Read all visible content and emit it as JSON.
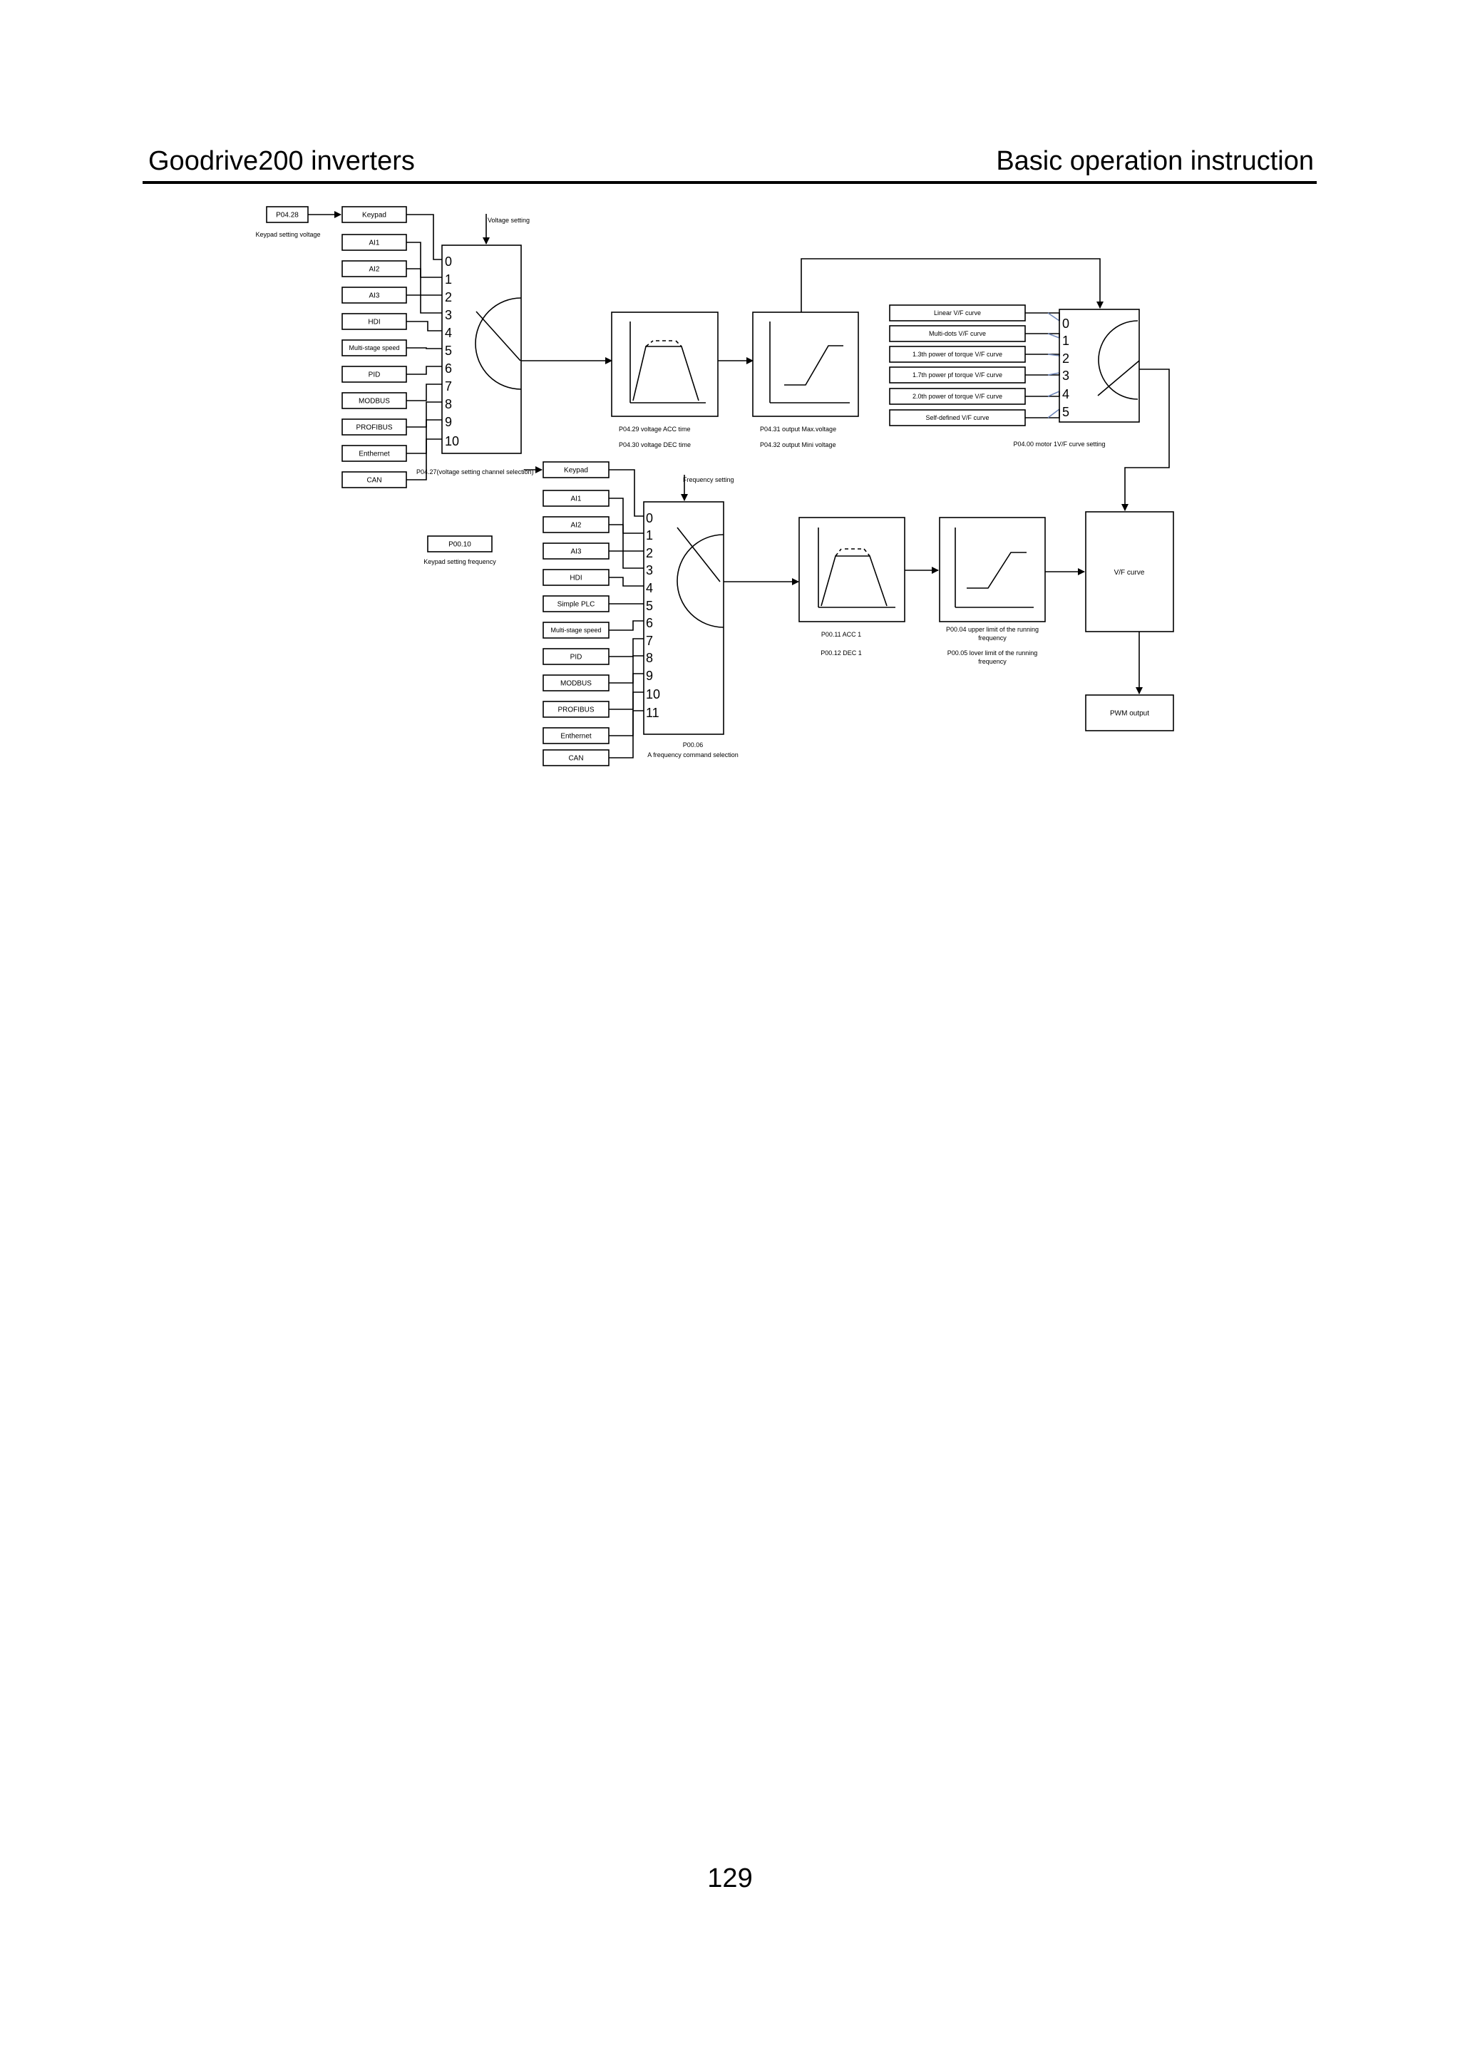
{
  "header": {
    "left": "Goodrive200 inverters",
    "right": "Basic operation instruction"
  },
  "page_number": "129",
  "voltage": {
    "param_box": "P04.28",
    "param_caption": "Keypad setting voltage",
    "sources": [
      "Keypad",
      "AI1",
      "AI2",
      "AI3",
      "HDI",
      "Multi-stage speed",
      "PID",
      "MODBUS",
      "PROFIBUS",
      "Enthernet",
      "CAN"
    ],
    "selector_indices": [
      "0",
      "1",
      "2",
      "3",
      "4",
      "5",
      "6",
      "7",
      "8",
      "9",
      "10"
    ],
    "selector_title": "Voltage setting",
    "selector_caption": "P04.27(voltage setting channel selection)",
    "ramp_caption_1": "P04.29 voltage ACC time",
    "ramp_caption_2": "P04.30 voltage DEC time",
    "limit_caption_1": "P04.31 output Max.voltage",
    "limit_caption_2": "P04.32 output Mini voltage"
  },
  "vf": {
    "curves": [
      "Linear V/F curve",
      "Multi-dots V/F curve",
      "1.3th power of torque V/F curve",
      "1.7th power pf torque V/F curve",
      "2.0th power of torque V/F curve",
      "Self-defined V/F curve"
    ],
    "selector_indices": [
      "0",
      "1",
      "2",
      "3",
      "4",
      "5"
    ],
    "selector_caption": "P04.00 motor 1V/F curve setting",
    "vf_block": "V/F curve",
    "pwm_block": "PWM output"
  },
  "frequency": {
    "param_box": "P00.10",
    "param_caption": "Keypad setting frequency",
    "sources": [
      "Keypad",
      "AI1",
      "AI2",
      "AI3",
      "HDI",
      "Simple PLC",
      "Multi-stage speed",
      "PID",
      "MODBUS",
      "PROFIBUS",
      "Enthernet",
      "CAN"
    ],
    "selector_indices": [
      "0",
      "1",
      "2",
      "3",
      "4",
      "5",
      "6",
      "7",
      "8",
      "9",
      "10",
      "11"
    ],
    "selector_title": "Frequency setting",
    "selector_caption_1": "P00.06",
    "selector_caption_2": "A frequency command selection",
    "ramp_caption_1": "P00.11 ACC 1",
    "ramp_caption_2": "P00.12  DEC 1",
    "limit_caption_1": "P00.04 upper limit of the running",
    "limit_caption_1b": "frequency",
    "limit_caption_2": "P00.05 lover limit of the running",
    "limit_caption_2b": "frequency"
  },
  "colors": {
    "line": "#000000",
    "curve_link": "#6f86b8"
  }
}
